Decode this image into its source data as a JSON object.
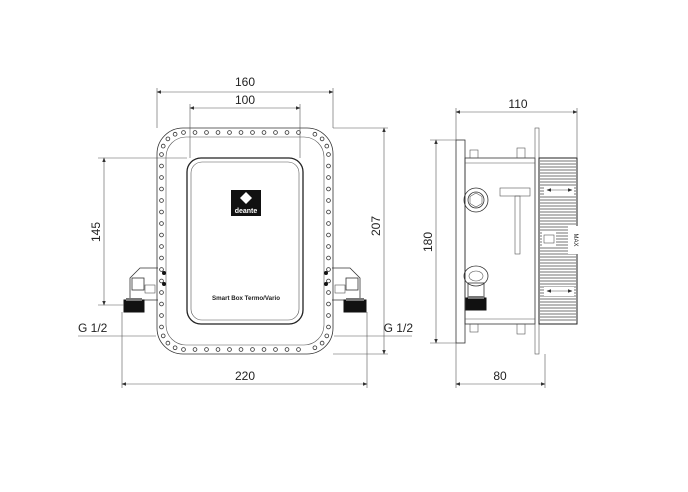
{
  "front_view": {
    "width_outer": "160",
    "width_inner": "100",
    "height_left": "145",
    "height_right": "207",
    "bottom_width": "220",
    "inlet_left": "G 1/2",
    "inlet_right": "G 1/2",
    "logo_text": "deante",
    "product_label": "Smart Box Termo/Vario"
  },
  "side_view": {
    "depth_top": "110",
    "height": "180",
    "depth_bottom": "80",
    "label": "MAX"
  },
  "colors": {
    "line": "#333333",
    "text": "#222222",
    "fill_dark": "#111111",
    "fill_gray": "#777777"
  }
}
